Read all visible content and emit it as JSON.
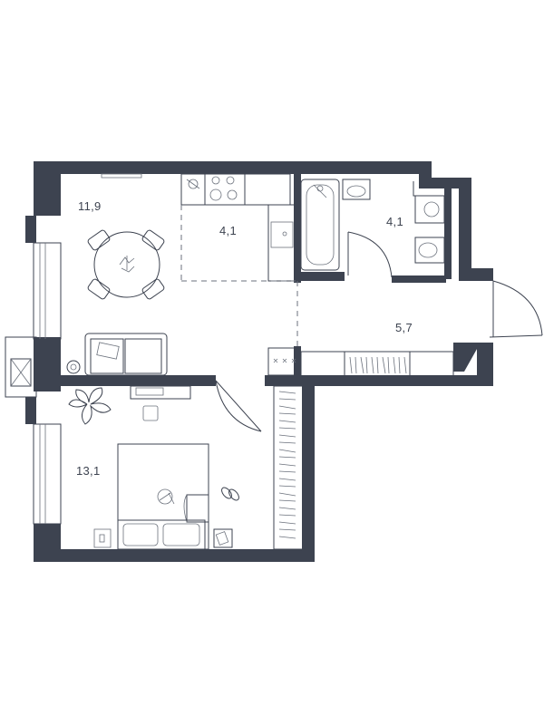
{
  "plan": {
    "rooms": [
      {
        "id": "living",
        "area": "11,9"
      },
      {
        "id": "kitchen",
        "area": "4,1"
      },
      {
        "id": "bathroom",
        "area": "4,1"
      },
      {
        "id": "hall",
        "area": "5,7"
      },
      {
        "id": "bedroom",
        "area": "13,1"
      }
    ]
  },
  "colors": {
    "wall": "#3d4350",
    "line": "#6b717c",
    "background": "#ffffff"
  }
}
